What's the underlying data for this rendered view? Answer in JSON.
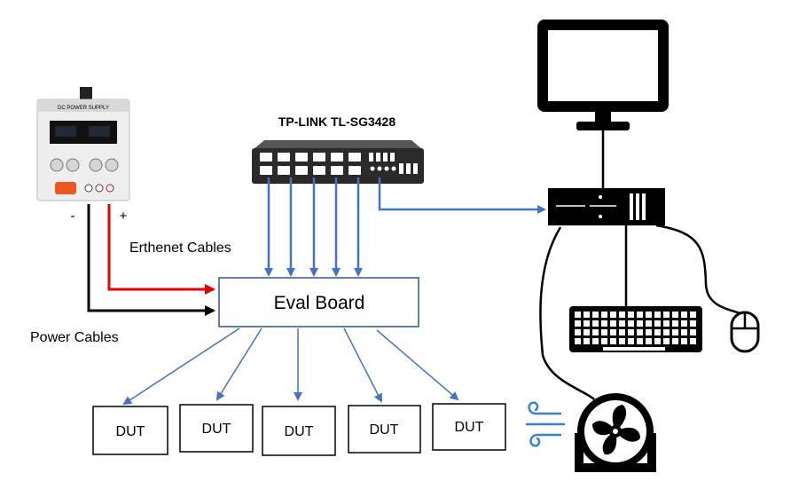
{
  "diagram": {
    "switch_label": "TP-LINK TL-SG3428",
    "eval_board_label": "Eval Board",
    "ethernet_label": "Erthenet Cables",
    "power_label": "Power Cables",
    "psu": {
      "title": "DC POWER SUPPLY",
      "neg": "-",
      "pos": "+"
    },
    "duts": [
      "DUT",
      "DUT",
      "DUT",
      "DUT",
      "DUT"
    ],
    "colors": {
      "ethernet": "#4472c4",
      "power_pos": "#e30000",
      "power_neg": "#000000",
      "fan_airflow": "#3a7fd6"
    },
    "icons": [
      "dc-power-supply-icon",
      "network-switch-icon",
      "monitor-icon",
      "pc-tower-icon",
      "keyboard-icon",
      "mouse-icon",
      "fan-icon",
      "airflow-icon"
    ]
  }
}
